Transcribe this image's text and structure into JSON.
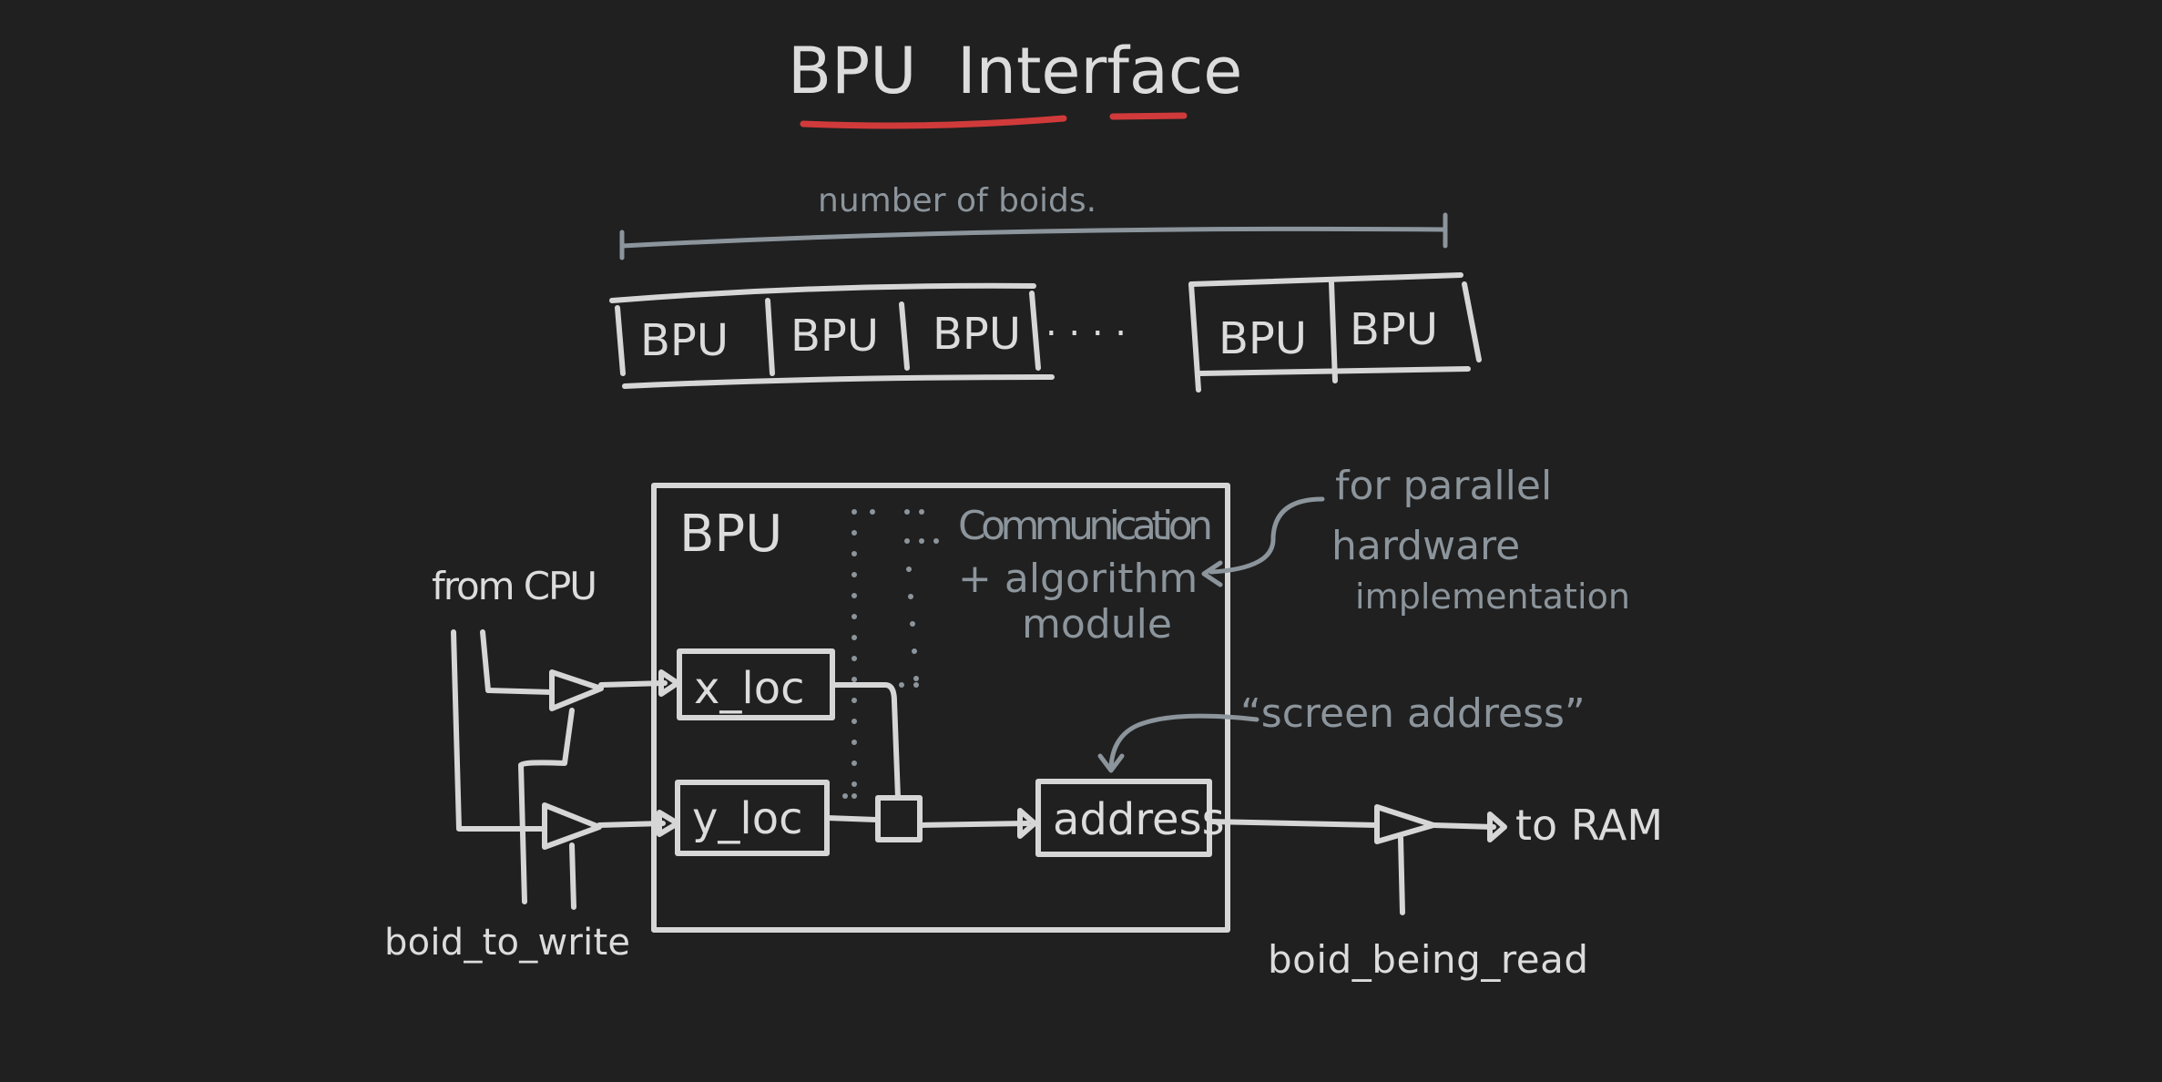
{
  "title": "BPU  Interface",
  "array": {
    "span_label": "number of boids.",
    "cells": [
      "BPU",
      "BPU",
      "BPU",
      "BPU",
      "BPU"
    ],
    "ellipsis": ". . . ."
  },
  "module": {
    "box_label": "BPU",
    "comm_line1": "Communication",
    "comm_line2": "+ algorithm",
    "comm_line3": "module",
    "x_loc": "x_loc",
    "y_loc": "y_loc",
    "address": "address"
  },
  "annotations": {
    "parallel_line1": "for parallel",
    "parallel_line2": "hardware",
    "parallel_line3": "implementation",
    "screen_address": "“screen address”",
    "from_cpu": "from CPU",
    "boid_to_write": "boid_to_write",
    "boid_being_read": "boid_being_read",
    "to_ram": "to RAM"
  },
  "colors": {
    "background": "#202020",
    "ink": "#d6d6d6",
    "annotation": "#8c959c",
    "underline": "#d13a3a"
  }
}
